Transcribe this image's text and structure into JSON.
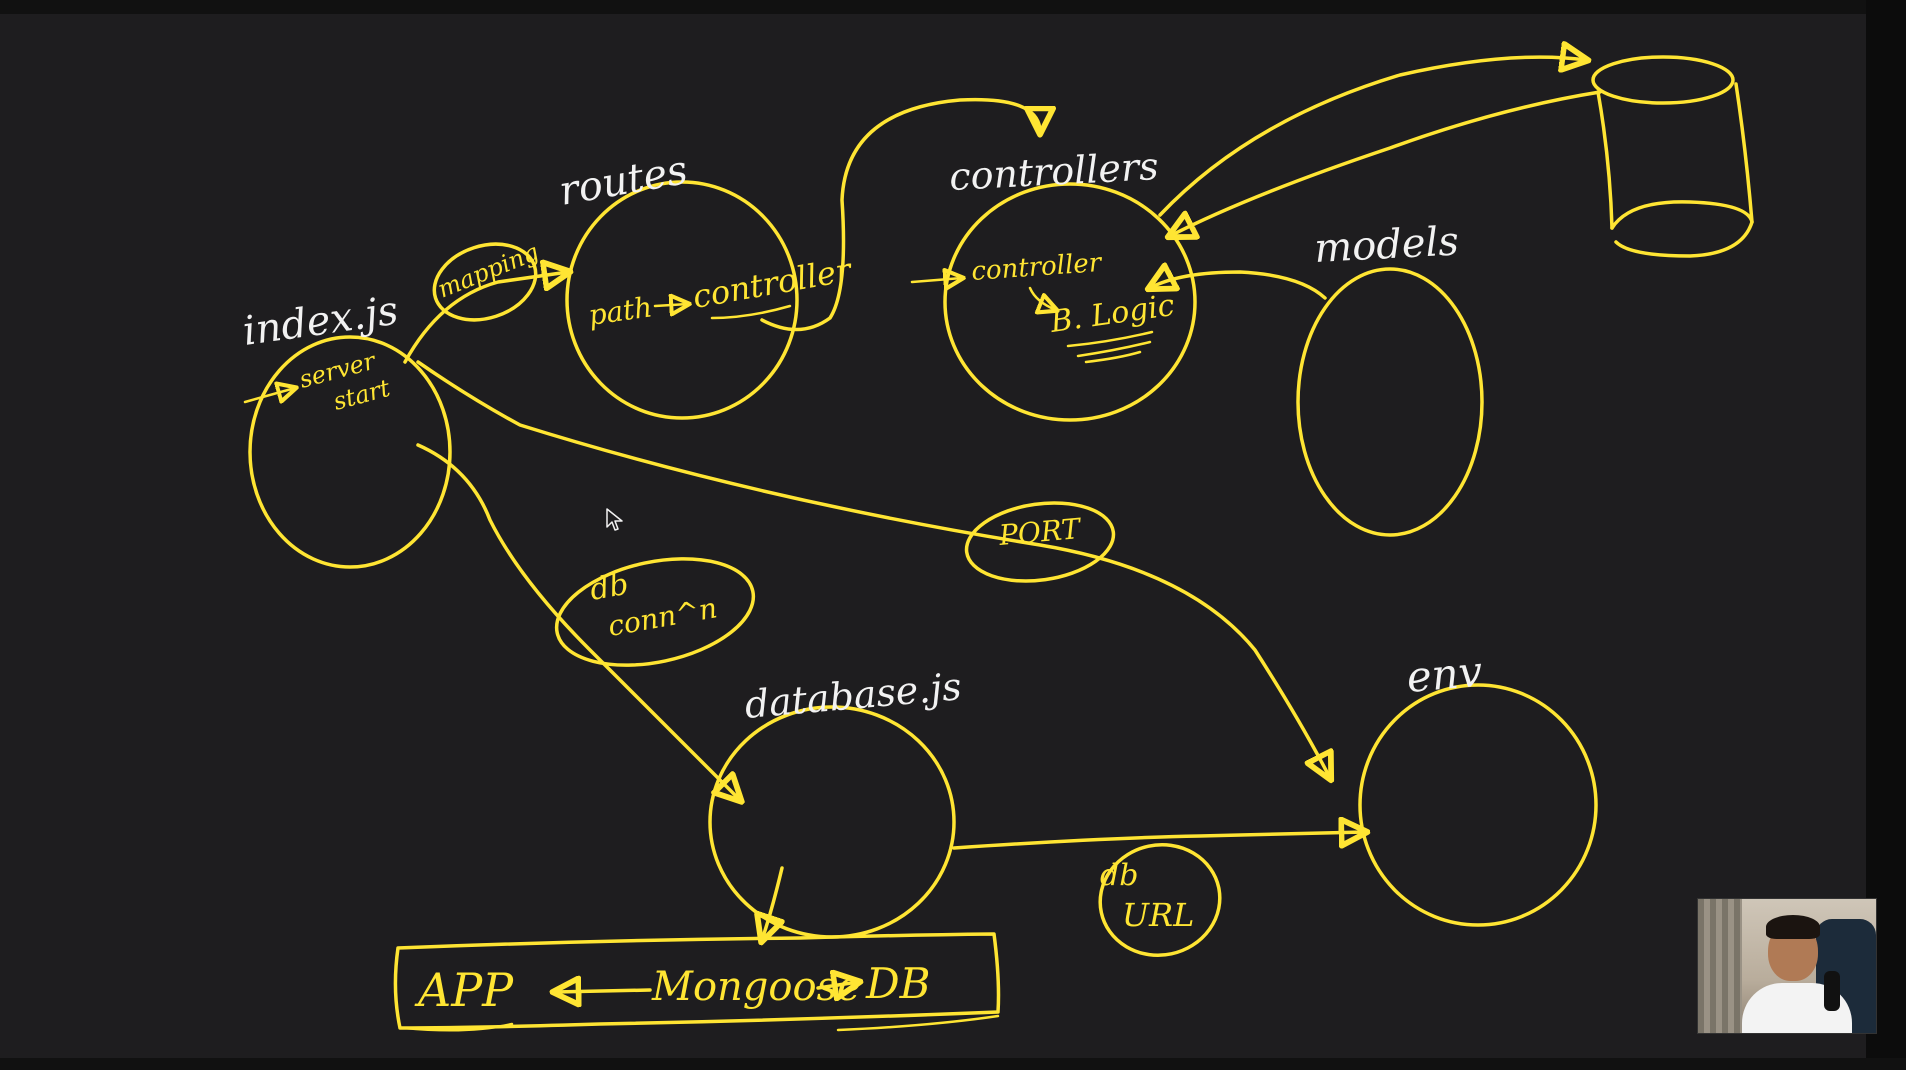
{
  "colors": {
    "background": "#1e1d1f",
    "ink_yellow": "#ffe533",
    "ink_white": "#f2f2f2"
  },
  "nodes": {
    "index": {
      "label": "index.js",
      "note_line1": "server",
      "note_line2": "start"
    },
    "routes": {
      "label": "routes",
      "content_path": "path",
      "content_target": "controller"
    },
    "controllers": {
      "label": "controllers",
      "content_line1": "controller",
      "content_line2": "B. Logic"
    },
    "models": {
      "label": "models"
    },
    "database": {
      "label": "database.js"
    },
    "env": {
      "label": "env"
    }
  },
  "edge_labels": {
    "mapping": "mapping",
    "port": "PORT",
    "db_conn_line1": "db",
    "db_conn_line2": "conn^n",
    "db_url_line1": "db",
    "db_url_line2": "URL"
  },
  "app_box": {
    "app": "APP",
    "mongoose": "Mongoose",
    "db": "DB"
  },
  "icons": {
    "cursor": "arrow-cursor-icon",
    "database": "database-cylinder-icon",
    "webcam": "presenter-webcam"
  }
}
